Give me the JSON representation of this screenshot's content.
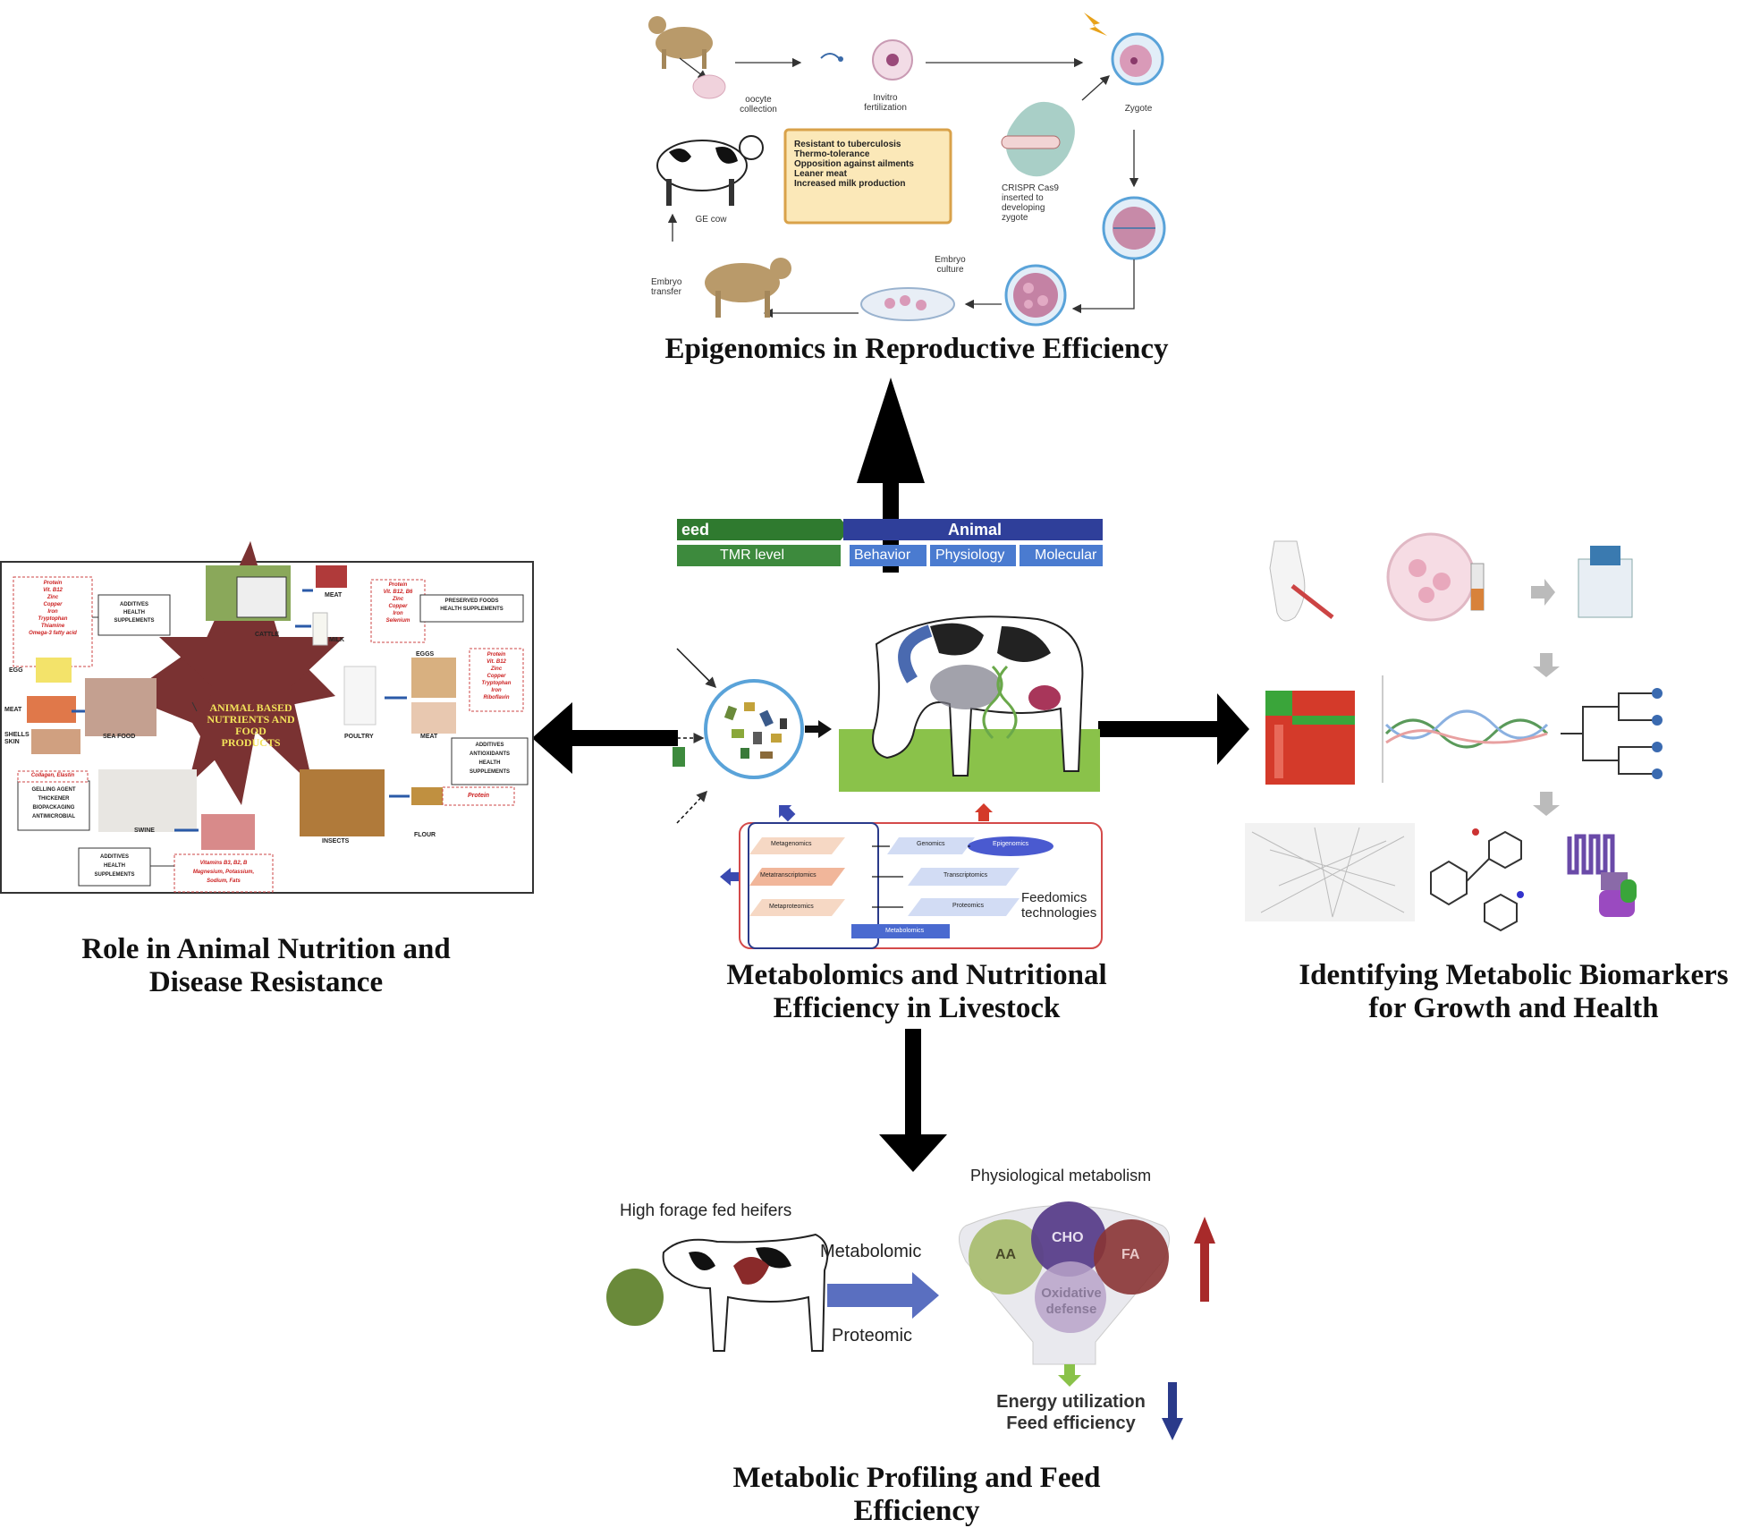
{
  "center": {
    "caption_lines": [
      "Metabolomics and Nutritional",
      "Efficiency in Livestock"
    ],
    "feed_label": "eed",
    "tmr_label": "TMR level",
    "animal_label": "Animal",
    "animal_tabs": [
      "Behavior",
      "Physiology",
      "Molecular"
    ],
    "omics_labels": [
      "Metagenomics",
      "Genomics",
      "Epigenomics",
      "Metatranscriptomics",
      "Transcriptomics",
      "Metaproteomics",
      "Proteomics",
      "Metabolomics"
    ],
    "feedomics_lines": [
      "Feedomics",
      "technologies"
    ]
  },
  "top": {
    "caption": "Epigenomics in Reproductive Efficiency",
    "labels": {
      "oocyte": [
        "oocyte",
        "collection"
      ],
      "invitro": [
        "Invitro",
        "fertilization"
      ],
      "zygote": "Zygote",
      "crispr": [
        "CRISPR Cas9",
        "inserted to",
        "developing",
        "zygote"
      ],
      "ge_cow": "GE cow",
      "embryo_transfer": [
        "Embryo",
        "transfer"
      ],
      "embryo_culture": [
        "Embryo",
        "culture"
      ]
    },
    "traits": [
      "Resistant to tuberculosis",
      "Thermo-tolerance",
      "Opposition against ailments",
      "Leaner meat",
      "Increased milk production"
    ]
  },
  "left": {
    "caption_lines": [
      "Role in Animal Nutrition and",
      "Disease Resistance"
    ],
    "star_text": [
      "ANIMAL BASED",
      "NUTRIENTS AND",
      "FOOD",
      "PRODUCTS"
    ],
    "boxes": {
      "nutrients_1": [
        "Protein",
        "Vit. B12",
        "Zinc",
        "Copper",
        "Iron",
        "Tryptophan",
        "Thiamine",
        "Omega-3 fatty acid"
      ],
      "additives_1": [
        "ADDITIVES",
        "HEALTH",
        "SUPPLEMENTS"
      ],
      "nutrients_2": [
        "Protein",
        "Vit. B12, B6",
        "Zinc",
        "Copper",
        "Iron",
        "Selenium"
      ],
      "preserved": [
        "PRESERVED FOODS",
        "HEALTH SUPPLEMENTS"
      ],
      "nutrients_3": [
        "Protein",
        "Vit. B12",
        "Zinc",
        "Copper",
        "Tryptophan",
        "Iron",
        "Riboflavin"
      ],
      "additives_2": [
        "ADDITIVES",
        "ANTIOXIDANTS",
        "HEALTH",
        "SUPPLEMENTS"
      ],
      "gelling": [
        "GELLING AGENT",
        "THICKENER",
        "BIOPACKAGING",
        "ANTIMICROBIAL"
      ],
      "collagen": "Collagen, Elastin",
      "protein": "Protein",
      "additives_3": [
        "ADDITIVES",
        "HEALTH",
        "SUPPLEMENTS"
      ],
      "minerals": [
        "Vitamins B3, B2, B",
        "Magnesium, Potassium,",
        "Sodium, Fats"
      ]
    },
    "item_labels": {
      "cattle": "CATTLE",
      "meat1": "MEAT",
      "milk": "MILK",
      "egg": "EGG",
      "meat_l": "MEAT",
      "shell": [
        "SHELLS",
        "SKIN"
      ],
      "seafood": "SEA FOOD",
      "poultry": "POULTRY",
      "eggs": "EGGS",
      "meat2": "MEAT",
      "swine": "SWINE",
      "insects": "INSECTS",
      "flour": "FLOUR"
    }
  },
  "right": {
    "caption_lines": [
      "Identifying Metabolic Biomarkers",
      "for Growth and Health"
    ]
  },
  "bottom": {
    "caption_lines": [
      "Metabolic Profiling and Feed",
      "Efficiency"
    ],
    "heifers": "High forage fed heifers",
    "metabolomic": "Metabolomic",
    "proteomic": "Proteomic",
    "physiological": "Physiological metabolism",
    "circles": [
      "AA",
      "CHO",
      "FA",
      "Oxidative",
      "defense"
    ],
    "outputs": [
      "Energy utilization",
      "Feed efficiency"
    ]
  },
  "colors": {
    "arrow": "#000000",
    "feed_green": "#2f7a2f",
    "animal_blue": "#2f3f9a",
    "tab_blue": "#4a7bd0",
    "star": "#7a3232",
    "star_text": "#f3e35a",
    "aa": "#a6bb6a",
    "cho": "#5a3f8a",
    "fa": "#8a3434",
    "oxidative": "#b9a3c9",
    "up_arrow": "#a82a2a",
    "down_arrow": "#2a3a8a",
    "blue_flow": "#5a6fc0",
    "heat_red": "#d43a2a",
    "heat_green": "#3aa53a"
  },
  "icons": [
    "cow-icon",
    "oocyte-icon",
    "sperm-icon",
    "egg-cell-icon",
    "lightning-icon",
    "zygote-icon",
    "petri-dish-icon",
    "microbe-icon",
    "dna-icon",
    "mass-spectrometer-icon",
    "sample-tube-icon",
    "heatmap-icon",
    "dendrogram-icon",
    "network-icon",
    "molecule-icon",
    "receptor-icon",
    "grass-icon",
    "funnel-icon"
  ]
}
